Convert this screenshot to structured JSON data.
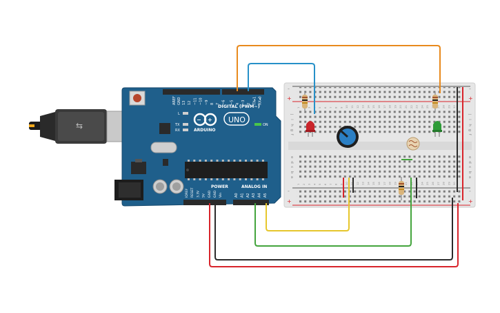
{
  "board": {
    "brand": "ARDUINO",
    "model": "UNO",
    "digital_header": "DIGITAL (PWM~)",
    "power_header": "POWER",
    "analog_header": "ANALOG IN",
    "on_label": "ON",
    "led_l": "L",
    "led_tx": "TX",
    "led_rx": "RX",
    "aref": "AREF",
    "gnd": "GND",
    "digital_pins": [
      "13",
      "12",
      "~11",
      "~10",
      "~9",
      "8",
      "7",
      "~6",
      "~5",
      "4",
      "~3",
      "2",
      "TX▸1",
      "RX◂0"
    ],
    "power_pins": [
      "IOREF",
      "RESET",
      "3.3V",
      "5V",
      "GND",
      "GND",
      "Vin"
    ],
    "analog_pins": [
      "A0",
      "A1",
      "A2",
      "A3",
      "A4",
      "A5"
    ]
  },
  "breadboard": {
    "row_letters_top": [
      "j",
      "i",
      "h",
      "g",
      "f"
    ],
    "row_letters_bottom": [
      "e",
      "d",
      "c",
      "b",
      "a"
    ],
    "plus": "+",
    "minus": "-",
    "column_numbers": [
      "1",
      "2",
      "3",
      "4",
      "5",
      "6",
      "7",
      "8",
      "9",
      "10",
      "11",
      "12",
      "13",
      "14",
      "15",
      "16",
      "17",
      "18",
      "19",
      "20",
      "21",
      "22",
      "23",
      "24",
      "25",
      "26",
      "27",
      "28",
      "29",
      "30"
    ]
  },
  "colors": {
    "board": "#1f5f8b",
    "board_edge": "#174a6e",
    "header": "#2a2a2a",
    "breadboard": "#e4e4e4",
    "rail_red": "#d8232a",
    "rail_blue": "#333333",
    "wire_orange": "#e8891c",
    "wire_blue": "#2690c8",
    "wire_yellow": "#e6c62b",
    "wire_green": "#43a43c",
    "wire_red": "#d8232a",
    "wire_black": "#2a2a2a",
    "led_red": "#c9252b",
    "led_green": "#2e9b38",
    "resistor": "#d9b47a",
    "pot": "#2b7fc4"
  },
  "components": {
    "usb_cable": "usb-plug-icon",
    "power_jack": "dc-jack-icon",
    "potentiometer": "potentiometer-icon",
    "photoresistor": "ldr-icon"
  }
}
